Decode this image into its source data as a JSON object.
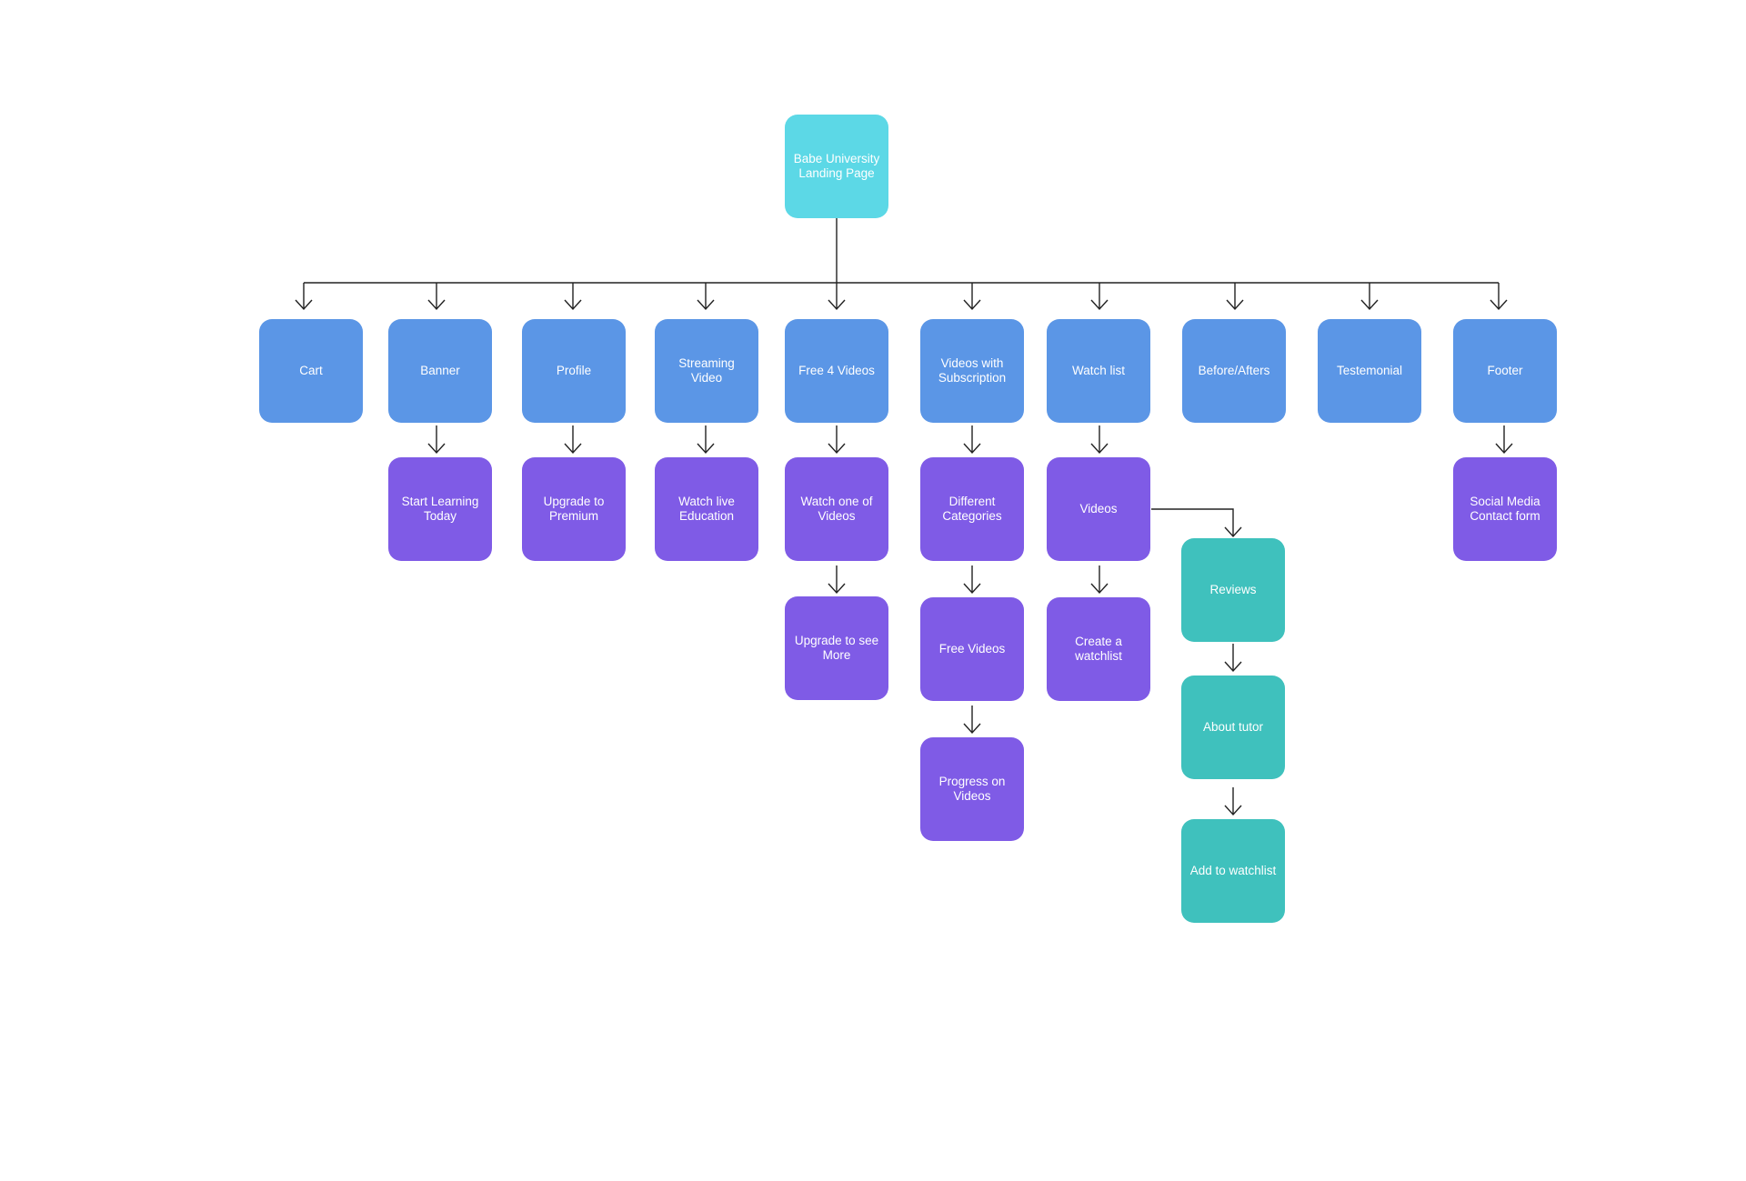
{
  "colors": {
    "root": "#5cd8e6",
    "section": "#5b96e6",
    "subpage": "#7f5be6",
    "detail": "#3fc1bd",
    "line": "#222222"
  },
  "root": {
    "label": "Babe University\nLanding Page"
  },
  "sections": {
    "cart": "Cart",
    "banner": "Banner",
    "profile": "Profile",
    "streaming": "Streaming\nVideo",
    "free4": "Free 4 Videos",
    "subscription": "Videos with\nSubscription",
    "watchlist": "Watch list",
    "beforeafters": "Before/Afters",
    "testimonial": "Testemonial",
    "footer": "Footer"
  },
  "subpages": {
    "start_learning": "Start Learning\nToday",
    "upgrade_premium": "Upgrade to\nPremium",
    "watch_live": "Watch live\nEducation",
    "watch_one": "Watch one of\nVideos",
    "upgrade_more": "Upgrade to see\nMore",
    "categories": "Different\nCategories",
    "free_videos": "Free Videos",
    "progress": "Progress on\nVideos",
    "videos": "Videos",
    "create_watchlist": "Create a\nwatchlist",
    "social": "Social Media\nContact form"
  },
  "details": {
    "reviews": "Reviews",
    "about_tutor": "About tutor",
    "add_watchlist": "Add to watchlist"
  }
}
